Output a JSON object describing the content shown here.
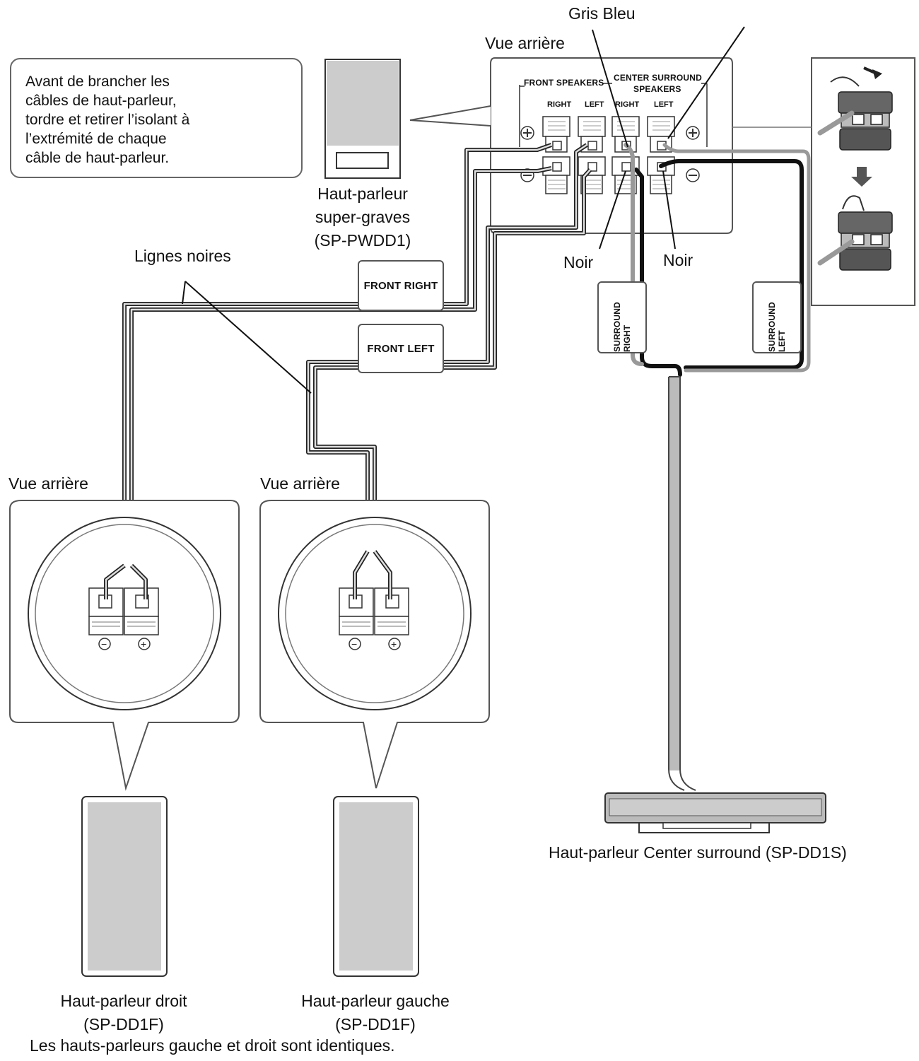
{
  "note": {
    "lines": [
      "Avant de brancher les",
      "câbles de haut-parleur,",
      "tordre et retirer l’isolant à",
      "l’extrémité de chaque",
      "câble de haut-parleur."
    ]
  },
  "labels": {
    "gris_bleu": "Gris Bleu",
    "vue_arriere_top": "Vue arrière",
    "vue_arriere_left": "Vue arrière",
    "vue_arriere_mid": "Vue arrière",
    "lignes_noires": "Lignes noires",
    "noir_1": "Noir",
    "noir_2": "Noir"
  },
  "subwoofer": {
    "name": "Haut-parleur",
    "name2": "super-graves",
    "model": "(SP-PWDD1)"
  },
  "panel": {
    "front_speakers": "FRONT SPEAKERS",
    "center_surround_1": "CENTER SURROUND",
    "center_surround_2": "SPEAKERS",
    "right_1": "RIGHT",
    "left_1": "LEFT",
    "right_2": "RIGHT",
    "left_2": "LEFT",
    "plus": "+",
    "minus": "−"
  },
  "tags": {
    "front_right": "FRONT RIGHT",
    "front_left": "FRONT LEFT",
    "surround_right": "SURROUND RIGHT",
    "surround_left": "SURROUND LEFT"
  },
  "speakers": {
    "right_name": "Haut-parleur droit",
    "right_model": "(SP-DD1F)",
    "left_name": "Haut-parleur gauche",
    "left_model": "(SP-DD1F)",
    "identical_note": "Les hauts-parleurs gauche et droit sont identiques.",
    "center_name": "Haut-parleur Center surround (SP-DD1S)",
    "terminal_minus": "−",
    "terminal_plus": "+"
  }
}
